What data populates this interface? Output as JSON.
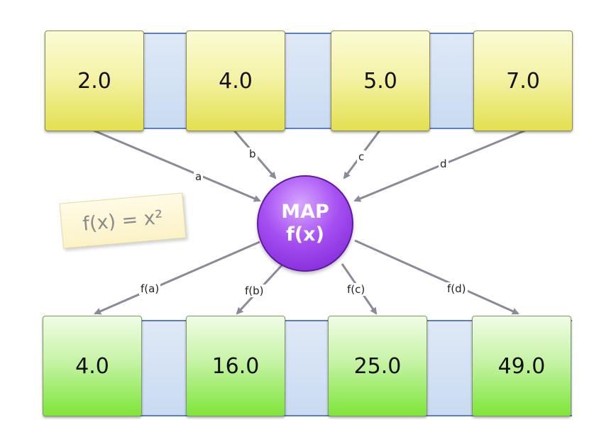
{
  "inputs": [
    "2.0",
    "4.0",
    "5.0",
    "7.0"
  ],
  "outputs": [
    "4.0",
    "16.0",
    "25.0",
    "49.0"
  ],
  "map_node": {
    "title": "MAP",
    "function": "f(x)"
  },
  "formula": "f(x) = x²",
  "input_edge_labels": [
    "a",
    "b",
    "c",
    "d"
  ],
  "output_edge_labels": [
    "f(a)",
    "f(b)",
    "f(c)",
    "f(d)"
  ],
  "colors": {
    "input_cell": "#f4f3a8",
    "output_cell": "#7fe53a",
    "map_node": "#a64ff2",
    "strip": "#c9dbf2",
    "arrow": "#8a8a98"
  }
}
